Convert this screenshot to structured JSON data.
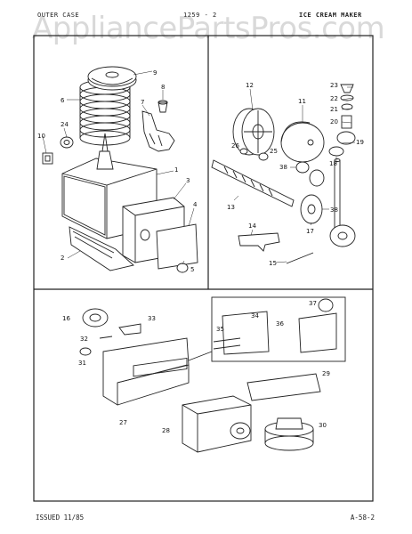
{
  "header": {
    "left": "OUTER CASE",
    "middle": "1259 - 2",
    "right": "ICE CREAM MAKER"
  },
  "watermark": "AppliancePartsPros.com",
  "footer": {
    "issued": "ISSUED 11/85",
    "page_code": "A-58-2"
  },
  "callouts": [
    "1",
    "2",
    "3",
    "4",
    "5",
    "6",
    "7",
    "8",
    "9",
    "10",
    "11",
    "12",
    "13",
    "14",
    "15",
    "16",
    "17",
    "18",
    "19",
    "20",
    "21",
    "22",
    "23",
    "24",
    "25",
    "26",
    "27",
    "28",
    "29",
    "30",
    "31",
    "32",
    "33",
    "34",
    "35",
    "36",
    "37",
    "38",
    "38"
  ]
}
